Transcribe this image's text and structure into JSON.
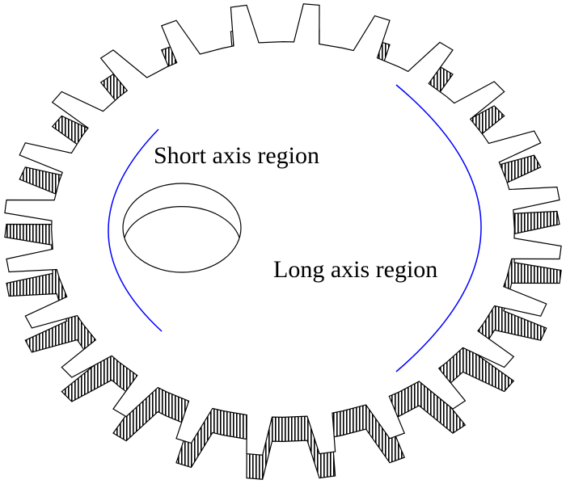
{
  "labels": {
    "short_axis": "Short axis region",
    "long_axis": "Long axis region"
  },
  "gear": {
    "teeth": 24,
    "region_marker_color": "#0000ff"
  }
}
